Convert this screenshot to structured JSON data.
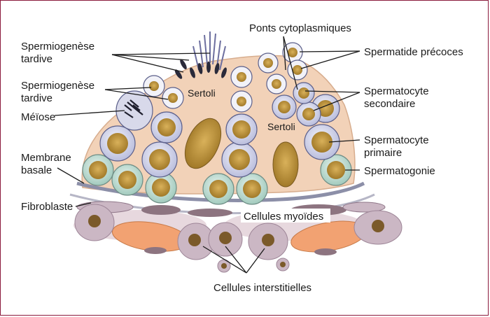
{
  "labels": {
    "spermiogenese_tardive_1": [
      "Spermiogenèse",
      "tardive"
    ],
    "spermiogenese_tardive_2": [
      "Spermiogenèse",
      "tardive"
    ],
    "meiose": "Méïose",
    "membrane_basale": [
      "Membrane",
      "basale"
    ],
    "fibroblaste": "Fibroblaste",
    "ponts_cytoplasmiques": "Ponts cytoplasmiques",
    "spermatide_precoces": "Spermatide précoces",
    "spermatocyte_secondaire": [
      "Spermatocyte",
      "secondaire"
    ],
    "spermatocyte_primaire": [
      "Spermatocyte",
      "primaire"
    ],
    "spermatogonie": "Spermatogonie",
    "sertoli_1": "Sertoli",
    "sertoli_2": "Sertoli",
    "cellules_myoides": "Cellules myoïdes",
    "cellules_interstitielles": "Cellules interstitielles"
  },
  "colors": {
    "border": "#8a1a3c",
    "sertoli_cytoplasm": "#f2d2b8",
    "nucleus": "#c99a3a",
    "cell_membrane": "#9aa0c8",
    "spermatogonia_ring": "#b9d8cf",
    "basal_membrane": "#8c8fa8",
    "interstitial": "#cbb7c4",
    "myoid": "#f2a272"
  }
}
